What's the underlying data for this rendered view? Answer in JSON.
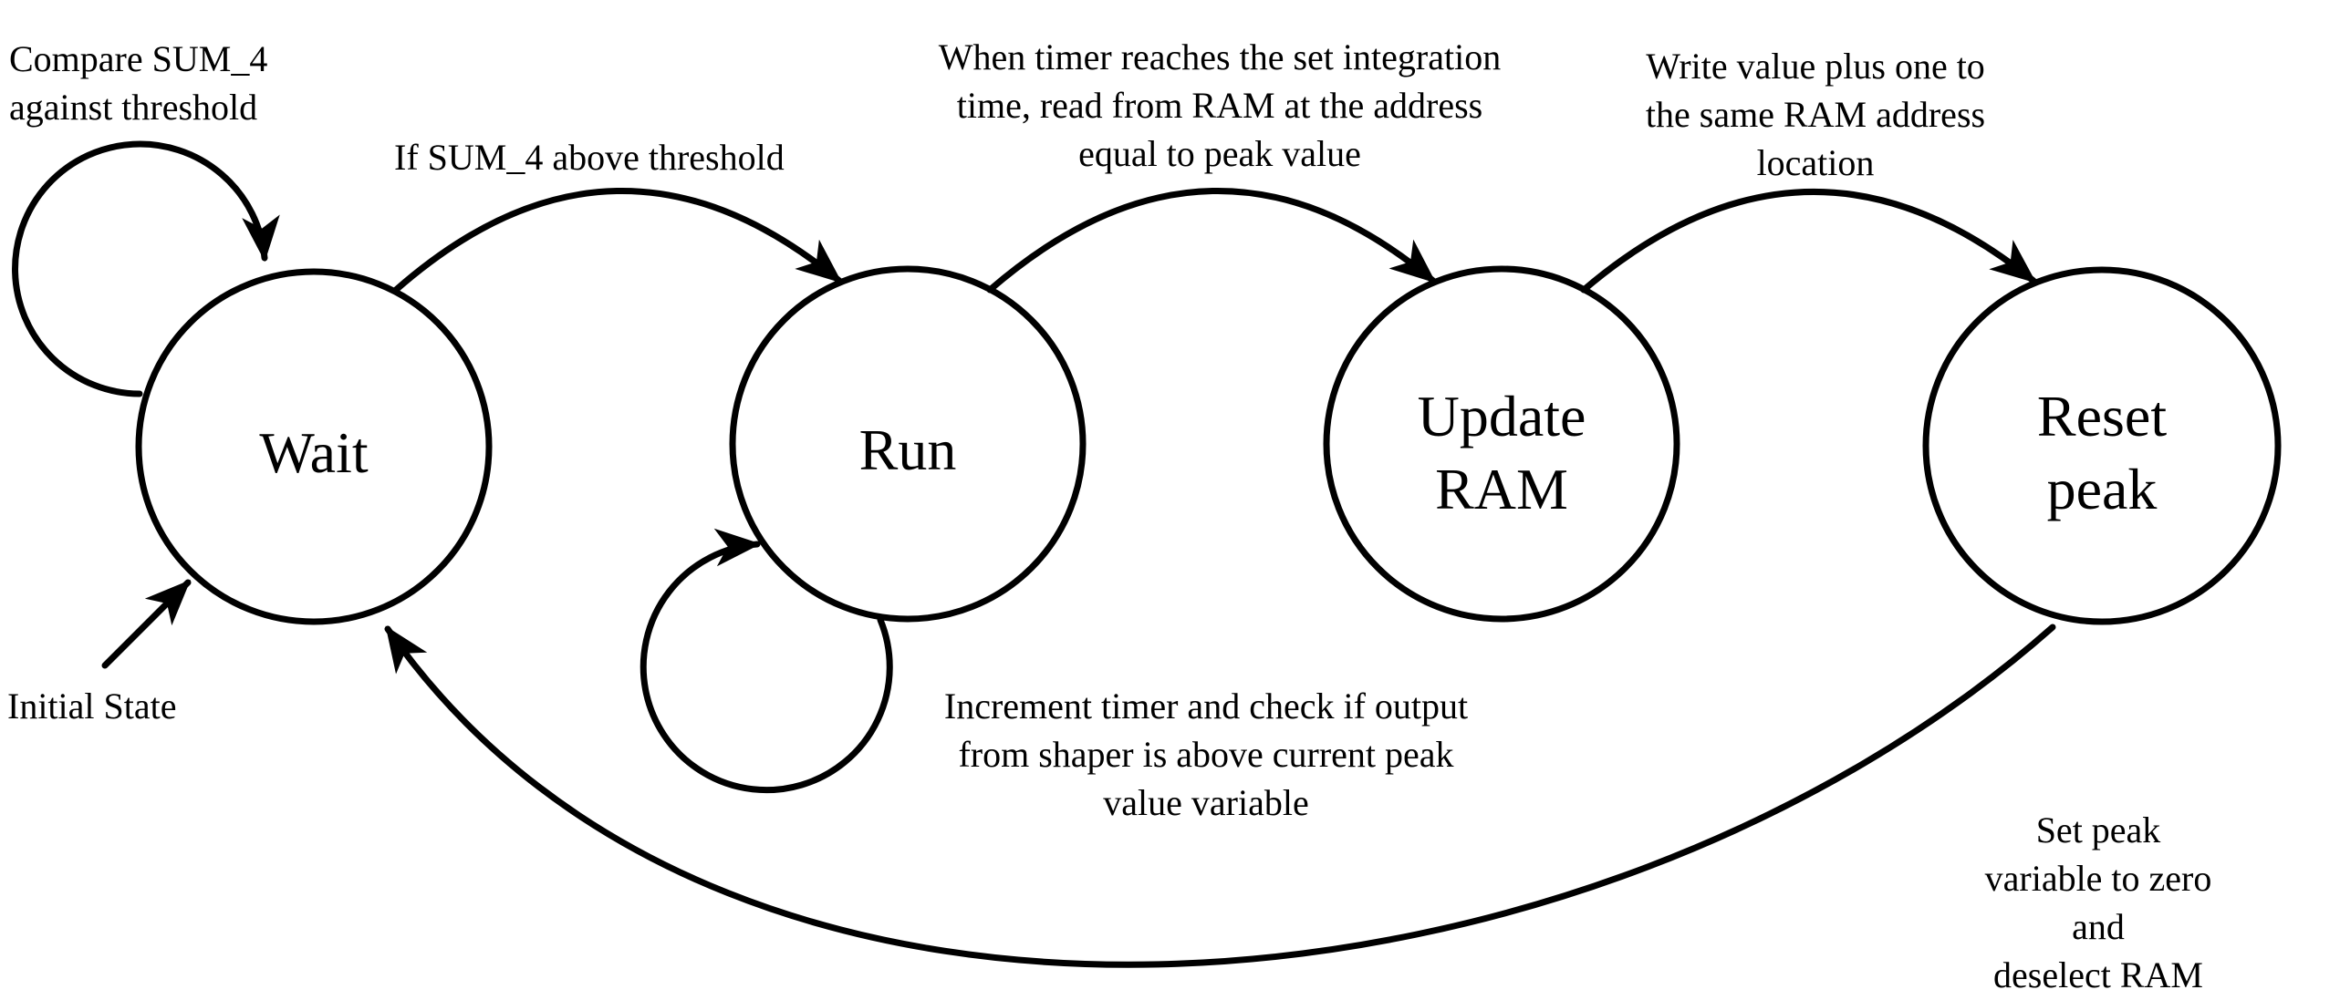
{
  "diagram": {
    "type": "state-machine",
    "colors": {
      "ink": "#000000",
      "background": "#ffffff"
    },
    "states": {
      "wait": {
        "label": "Wait"
      },
      "run": {
        "label": "Run"
      },
      "update_ram": {
        "label": "Update\nRAM"
      },
      "reset_peak": {
        "label": "Reset\npeak"
      }
    },
    "annotations": {
      "wait_self_loop": "Compare SUM_4\nagainst threshold",
      "wait_to_run": "If SUM_4 above threshold",
      "run_to_update_ram": "When timer reaches the set integration\ntime, read from RAM at the address\nequal to peak value",
      "update_ram_to_reset_peak": "Write value plus one to\nthe same RAM address\nlocation",
      "initial_state": "Initial State",
      "run_self_loop": "Increment timer and check if output\nfrom shaper is above current peak\nvalue variable",
      "reset_peak_to_wait": "Set peak variable to zero and\ndeselect RAM"
    }
  }
}
